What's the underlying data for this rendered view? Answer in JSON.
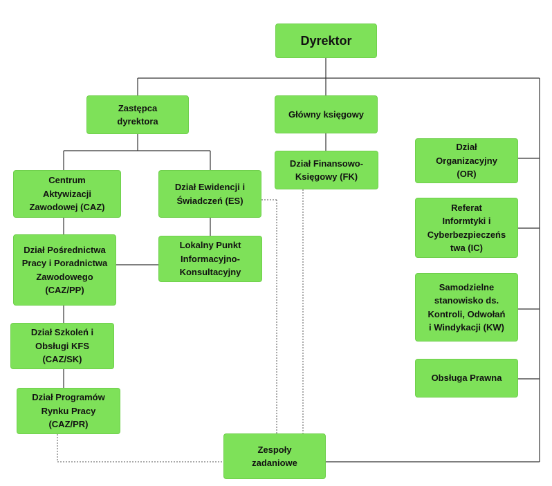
{
  "colors": {
    "box": "#7ee159",
    "line": "#333333"
  },
  "boxes": {
    "dyrektor": "Dyrektor",
    "zastepca": "Zastępca\ndyrektora",
    "glowny": "Główny księgowy",
    "fk": "Dział Finansowo-\nKsięgowy (FK)",
    "or": "Dział\nOrganizacyjny\n(OR)",
    "ic": "Referat\nInformtyki i\nCyberbezpieczeńs\ntwa (IC)",
    "kw": "Samodzielne\nstanowisko ds.\nKontroli, Odwołań\ni Windykacji (KW)",
    "prawna": "Obsługa Prawna",
    "caz": "Centrum\nAktywizacji\nZawodowej (CAZ)",
    "es": "Dział Ewidencji i\nŚwiadczeń (ES)",
    "lpik": "Lokalny Punkt\nInformacyjno-\nKonsultacyjny",
    "cazpp": "Dział Pośrednictwa\nPracy i Poradnictwa\nZawodowego\n(CAZ/PP)",
    "cazsk": "Dział Szkoleń i\nObsługi KFS\n(CAZ/SK)",
    "cazpr": "Dział Programów\nRynku Pracy\n(CAZ/PR)",
    "zespoly": "Zespoły\nzadaniowe"
  }
}
